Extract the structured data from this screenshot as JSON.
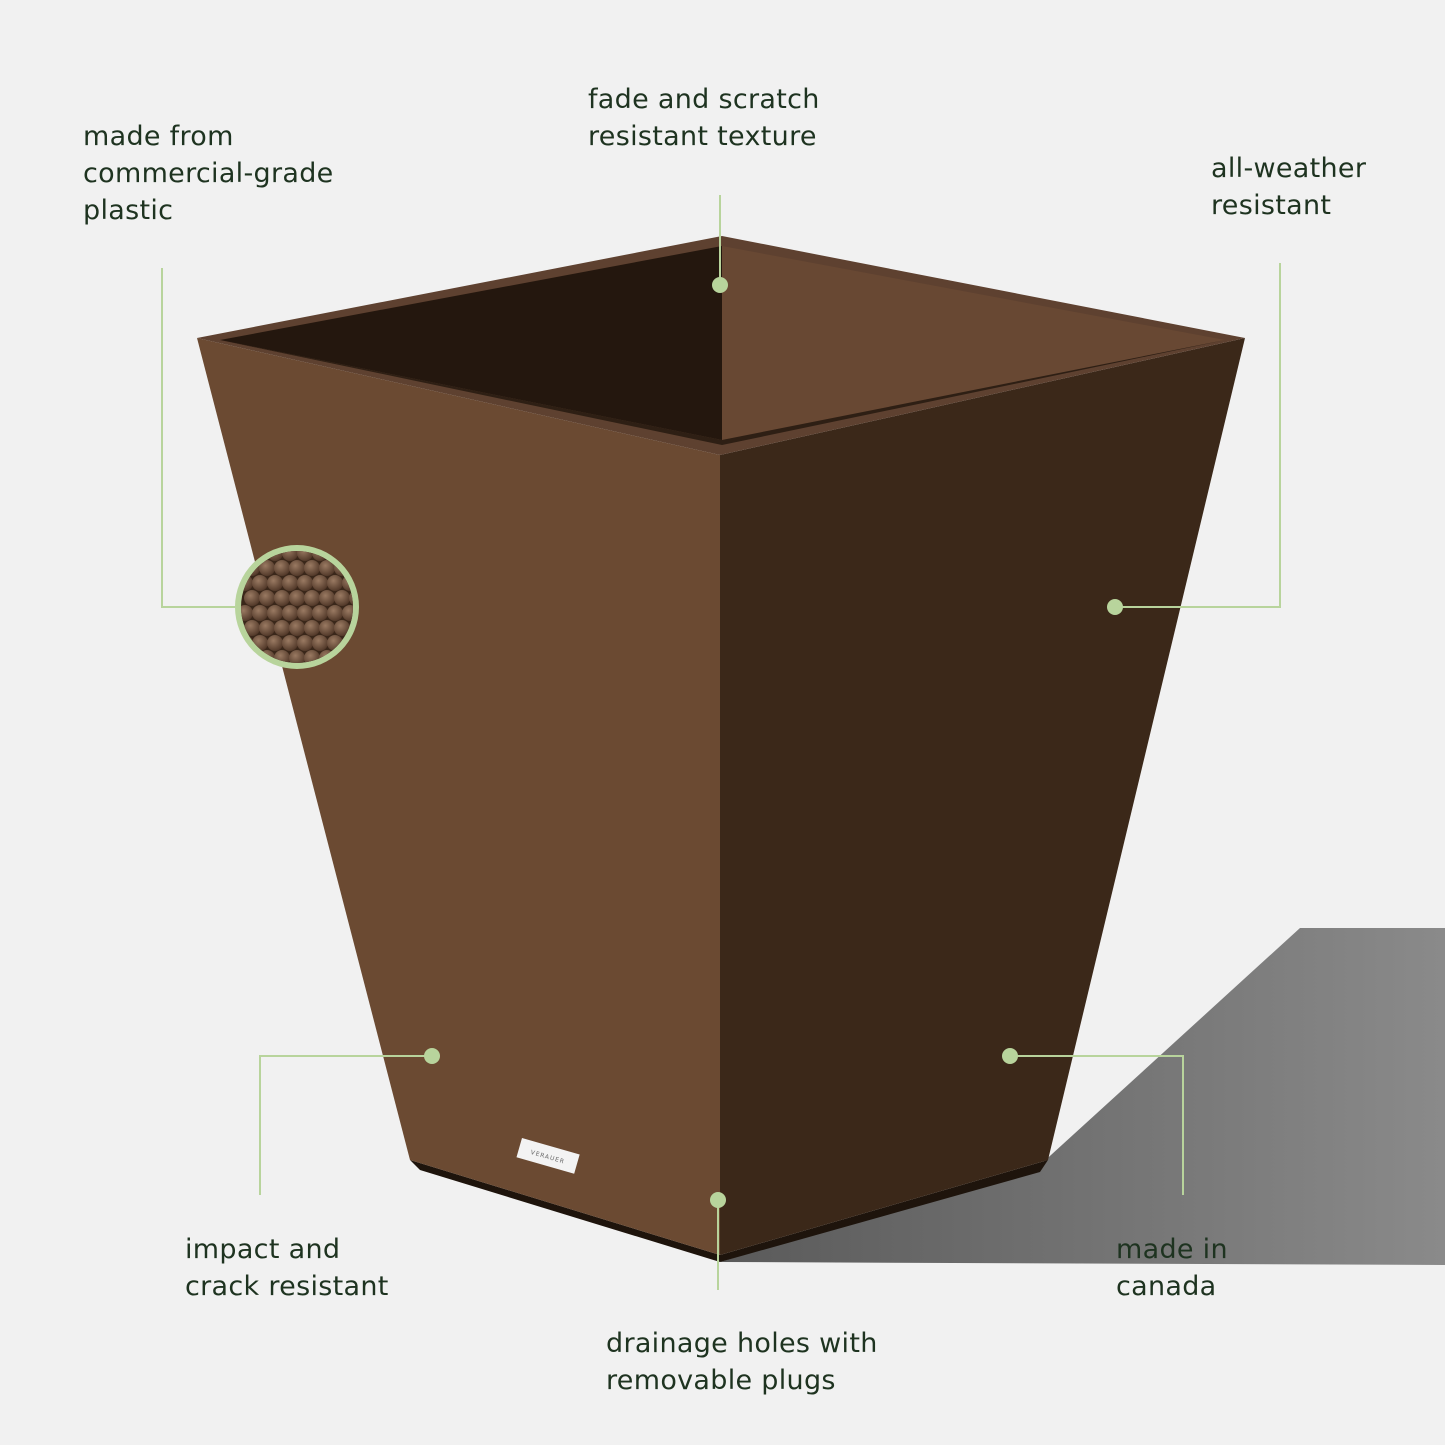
{
  "callouts": {
    "material": "made from\ncommercial-grade\nplastic",
    "texture": "fade and scratch\nresistant texture",
    "weather": "all-weather\nresistant",
    "impact": "impact and\ncrack resistant",
    "canada": "made in\ncanada",
    "drainage": "drainage holes with\nremovable plugs"
  },
  "logo_text": "VERAUER",
  "colors": {
    "background": "#f1f1f1",
    "planter_light": "#6b4a32",
    "planter_dark": "#3b2819",
    "accent_green": "#b8d49c",
    "text": "#1e3320"
  }
}
